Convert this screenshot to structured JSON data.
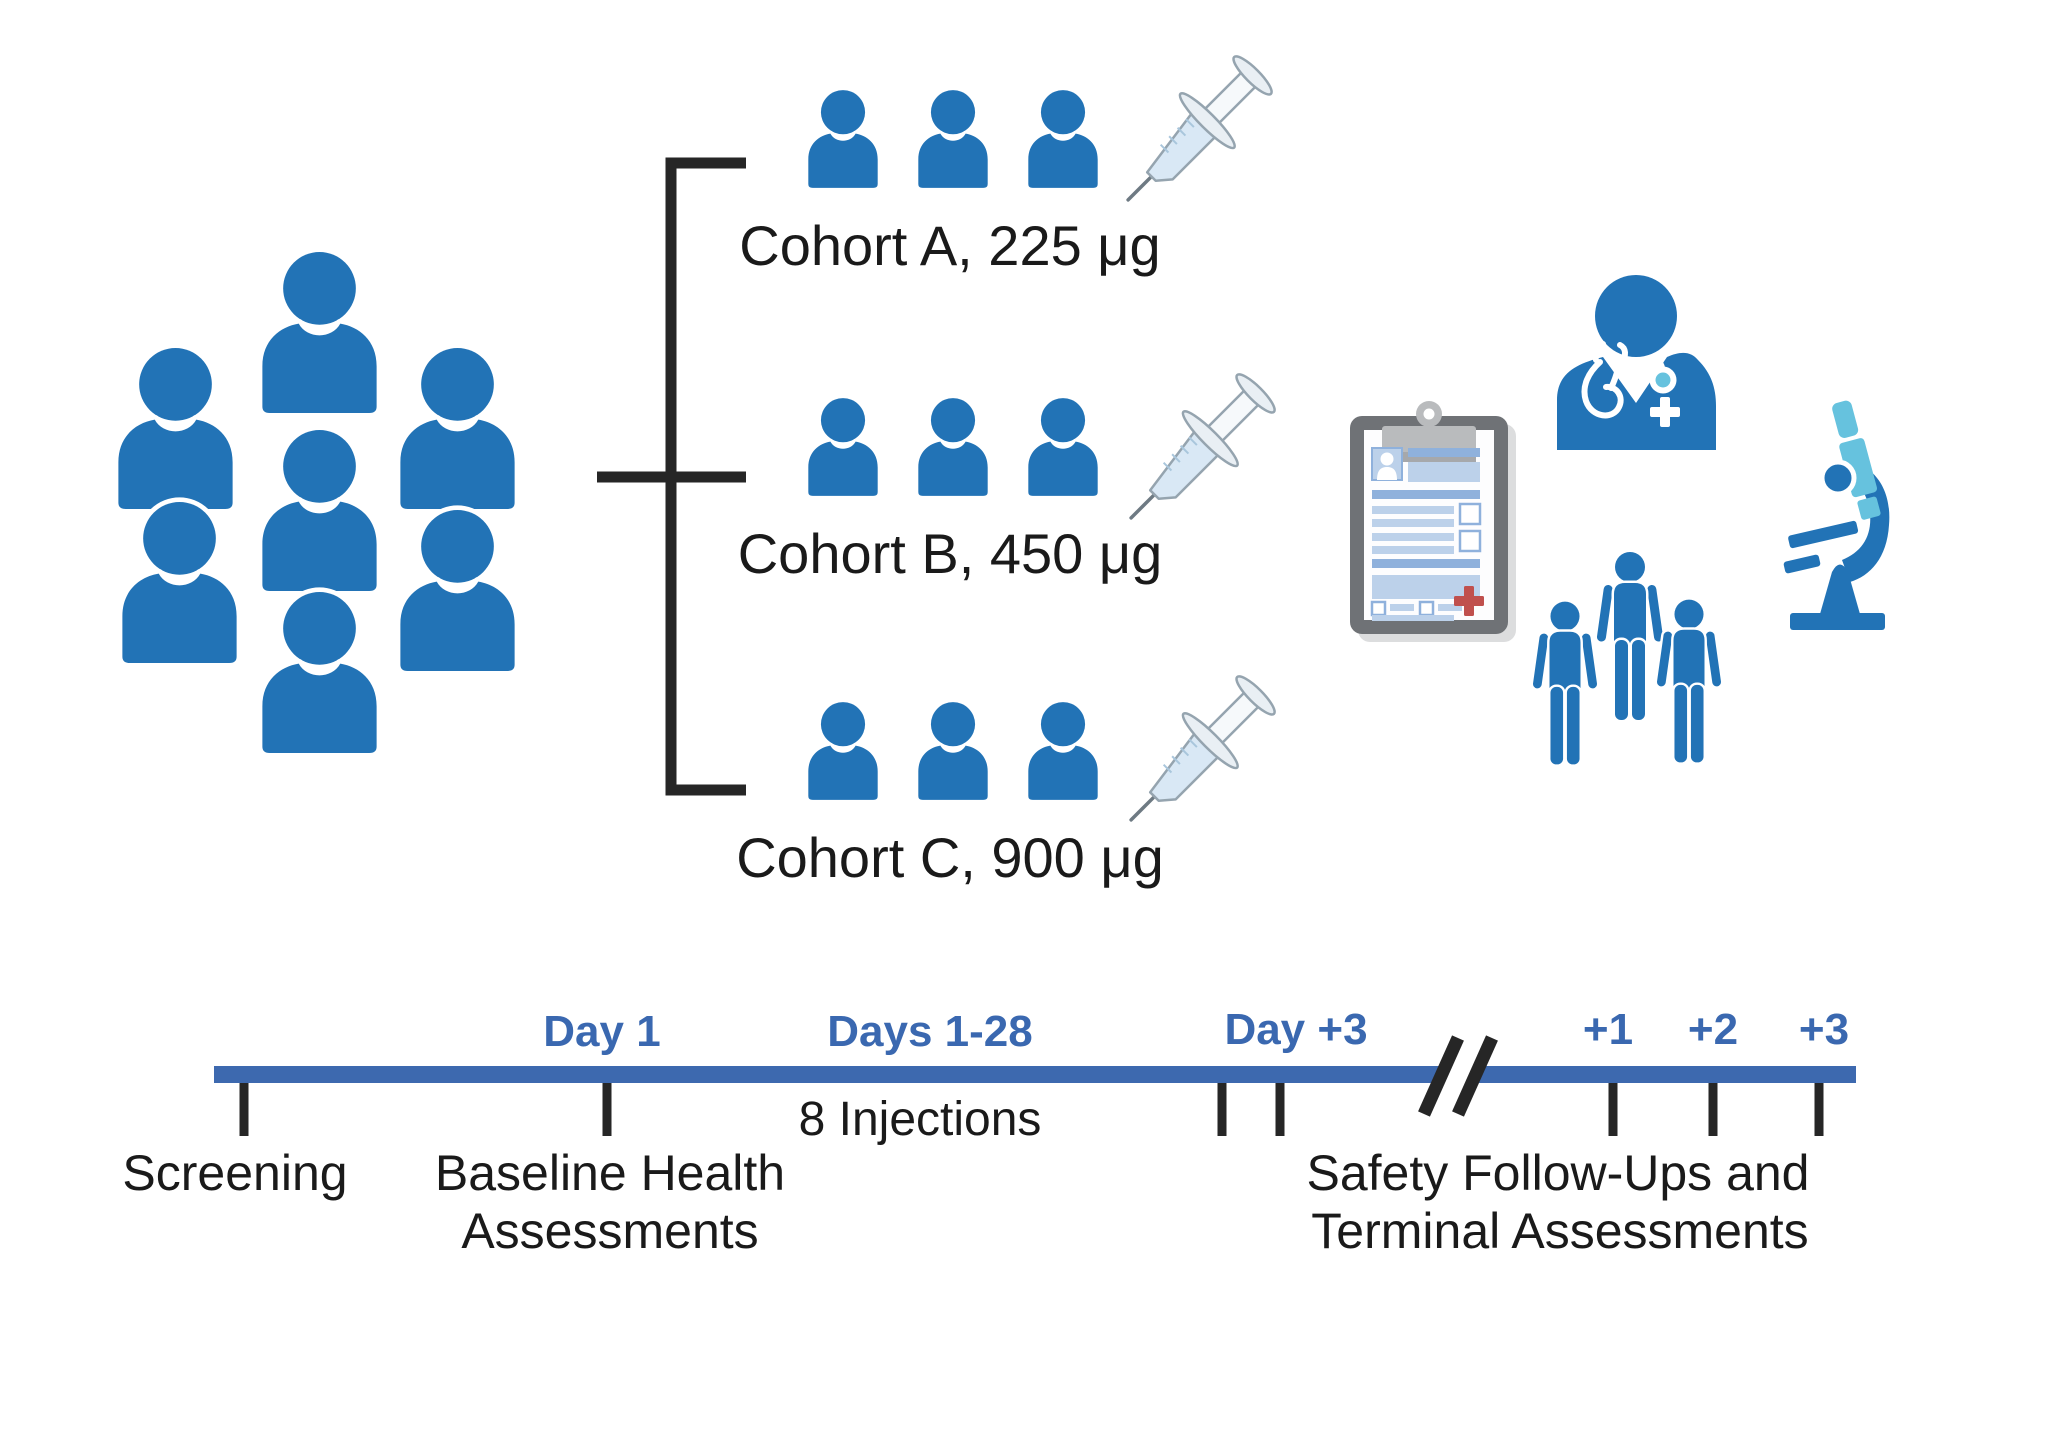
{
  "colors": {
    "person_blue": "#2273B6",
    "light_blue": "#66C2DE",
    "timeline_blue": "#3D69AF",
    "label_blue": "#3A68B0",
    "ink": "#1A1A1A",
    "bracket": "#262626",
    "syringe_fill": "#D9E8F5",
    "syringe_stroke": "#95A4AF",
    "clipboard_frame": "#6F7276",
    "clipboard_clip": "#B9BBBD",
    "clipboard_clip_dark": "#A6A8AB",
    "paper_line_dark": "#8FB1DC",
    "paper_line_light": "#BCD1EA",
    "cross_red": "#C0504D"
  },
  "participant_pool": {
    "icon": "crowd-icon",
    "person_count": 7
  },
  "cohorts": [
    {
      "label": "Cohort A, 225 μg",
      "person_count": 3,
      "icon": "syringe-icon"
    },
    {
      "label": "Cohort B, 450 μg",
      "person_count": 3,
      "icon": "syringe-icon"
    },
    {
      "label": "Cohort C, 900 μg",
      "person_count": 3,
      "icon": "syringe-icon"
    }
  ],
  "assessment_icons": [
    "clipboard-icon",
    "doctor-icon",
    "participants-icon",
    "microscope-icon"
  ],
  "timeline": {
    "above": {
      "day1": "Day 1",
      "days_1_28": "Days 1-28",
      "day_plus_3": "Day +3",
      "plus1": "+1",
      "plus2": "+2",
      "plus3": "+3"
    },
    "below": {
      "injections": "8 Injections",
      "screening": "Screening",
      "baseline_line1": "Baseline Health",
      "baseline_line2": "Assessments",
      "safety_line1": "Safety Follow-Ups and",
      "safety_line2": "Terminal Assessments"
    }
  }
}
